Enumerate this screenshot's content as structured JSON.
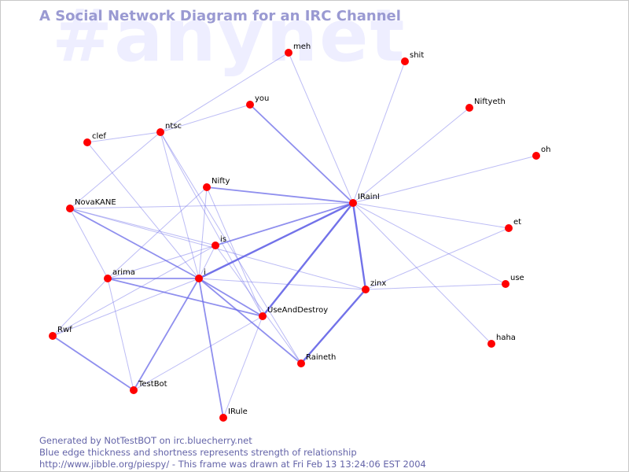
{
  "watermark": "#anynet",
  "title": "A Social Network Diagram for an IRC Channel",
  "colors": {
    "edge": "#6a6ae8",
    "node": "#ff0000",
    "title": "#9a9ad2",
    "watermark": "#eeeeff",
    "footer": "#6464a8"
  },
  "nodes": [
    {
      "id": "meh",
      "label": "meh"
    },
    {
      "id": "shit",
      "label": "shit"
    },
    {
      "id": "you",
      "label": "you"
    },
    {
      "id": "Niftyeth",
      "label": "Niftyeth"
    },
    {
      "id": "clef",
      "label": "clef"
    },
    {
      "id": "ntsc",
      "label": "ntsc"
    },
    {
      "id": "oh",
      "label": "oh"
    },
    {
      "id": "Nifty",
      "label": "Nifty"
    },
    {
      "id": "IRainI",
      "label": "IRainI"
    },
    {
      "id": "NovaKANE",
      "label": "NovaKANE"
    },
    {
      "id": "et",
      "label": "et"
    },
    {
      "id": "is",
      "label": "is"
    },
    {
      "id": "arima",
      "label": "arima"
    },
    {
      "id": "i",
      "label": "i"
    },
    {
      "id": "use",
      "label": "use"
    },
    {
      "id": "zinx",
      "label": "zinx"
    },
    {
      "id": "UseAndDestroy",
      "label": "UseAndDestroy"
    },
    {
      "id": "Rwf",
      "label": "Rwf"
    },
    {
      "id": "haha",
      "label": "haha"
    },
    {
      "id": "Raineth",
      "label": "Raineth"
    },
    {
      "id": "TestBot",
      "label": "TestBot"
    },
    {
      "id": "IRule",
      "label": "IRule"
    }
  ],
  "edges": [
    {
      "source": "IRainI",
      "target": "meh",
      "strength": 1
    },
    {
      "source": "IRainI",
      "target": "shit",
      "strength": 1
    },
    {
      "source": "IRainI",
      "target": "you",
      "strength": 2
    },
    {
      "source": "IRainI",
      "target": "Niftyeth",
      "strength": 1
    },
    {
      "source": "IRainI",
      "target": "oh",
      "strength": 1
    },
    {
      "source": "IRainI",
      "target": "Nifty",
      "strength": 2
    },
    {
      "source": "IRainI",
      "target": "et",
      "strength": 1
    },
    {
      "source": "IRainI",
      "target": "use",
      "strength": 1
    },
    {
      "source": "IRainI",
      "target": "haha",
      "strength": 1
    },
    {
      "source": "IRainI",
      "target": "zinx",
      "strength": 3
    },
    {
      "source": "IRainI",
      "target": "i",
      "strength": 3
    },
    {
      "source": "IRainI",
      "target": "UseAndDestroy",
      "strength": 3
    },
    {
      "source": "IRainI",
      "target": "is",
      "strength": 2
    },
    {
      "source": "IRainI",
      "target": "NovaKANE",
      "strength": 1
    },
    {
      "source": "zinx",
      "target": "Raineth",
      "strength": 3
    },
    {
      "source": "zinx",
      "target": "et",
      "strength": 1
    },
    {
      "source": "zinx",
      "target": "use",
      "strength": 1
    },
    {
      "source": "zinx",
      "target": "i",
      "strength": 1
    },
    {
      "source": "meh",
      "target": "ntsc",
      "strength": 1
    },
    {
      "source": "you",
      "target": "ntsc",
      "strength": 1
    },
    {
      "source": "clef",
      "target": "ntsc",
      "strength": 1
    },
    {
      "source": "clef",
      "target": "i",
      "strength": 1
    },
    {
      "source": "ntsc",
      "target": "NovaKANE",
      "strength": 1
    },
    {
      "source": "ntsc",
      "target": "i",
      "strength": 1
    },
    {
      "source": "ntsc",
      "target": "UseAndDestroy",
      "strength": 1
    },
    {
      "source": "ntsc",
      "target": "Raineth",
      "strength": 1
    },
    {
      "source": "NovaKANE",
      "target": "arima",
      "strength": 1
    },
    {
      "source": "NovaKANE",
      "target": "i",
      "strength": 2
    },
    {
      "source": "NovaKANE",
      "target": "is",
      "strength": 1
    },
    {
      "source": "NovaKANE",
      "target": "zinx",
      "strength": 1
    },
    {
      "source": "Nifty",
      "target": "arima",
      "strength": 1
    },
    {
      "source": "Nifty",
      "target": "i",
      "strength": 1
    },
    {
      "source": "Nifty",
      "target": "UseAndDestroy",
      "strength": 1
    },
    {
      "source": "is",
      "target": "arima",
      "strength": 1
    },
    {
      "source": "is",
      "target": "i",
      "strength": 1
    },
    {
      "source": "is",
      "target": "Rwf",
      "strength": 1
    },
    {
      "source": "is",
      "target": "Raineth",
      "strength": 1
    },
    {
      "source": "arima",
      "target": "i",
      "strength": 2
    },
    {
      "source": "arima",
      "target": "UseAndDestroy",
      "strength": 2
    },
    {
      "source": "arima",
      "target": "Rwf",
      "strength": 1
    },
    {
      "source": "arima",
      "target": "TestBot",
      "strength": 1
    },
    {
      "source": "i",
      "target": "UseAndDestroy",
      "strength": 2
    },
    {
      "source": "i",
      "target": "Raineth",
      "strength": 2
    },
    {
      "source": "i",
      "target": "TestBot",
      "strength": 2
    },
    {
      "source": "i",
      "target": "IRule",
      "strength": 2
    },
    {
      "source": "i",
      "target": "Rwf",
      "strength": 1
    },
    {
      "source": "Rwf",
      "target": "TestBot",
      "strength": 2
    },
    {
      "source": "UseAndDestroy",
      "target": "TestBot",
      "strength": 1
    },
    {
      "source": "UseAndDestroy",
      "target": "IRule",
      "strength": 1
    }
  ],
  "footer": {
    "line1": "Generated by NotTestBOT on irc.bluecherry.net",
    "line2": "Blue edge thickness and shortness represents strength of relationship",
    "line3": "http://www.jibble.org/piespy/ - This frame was drawn at Fri Feb 13 13:24:06 EST 2004"
  }
}
